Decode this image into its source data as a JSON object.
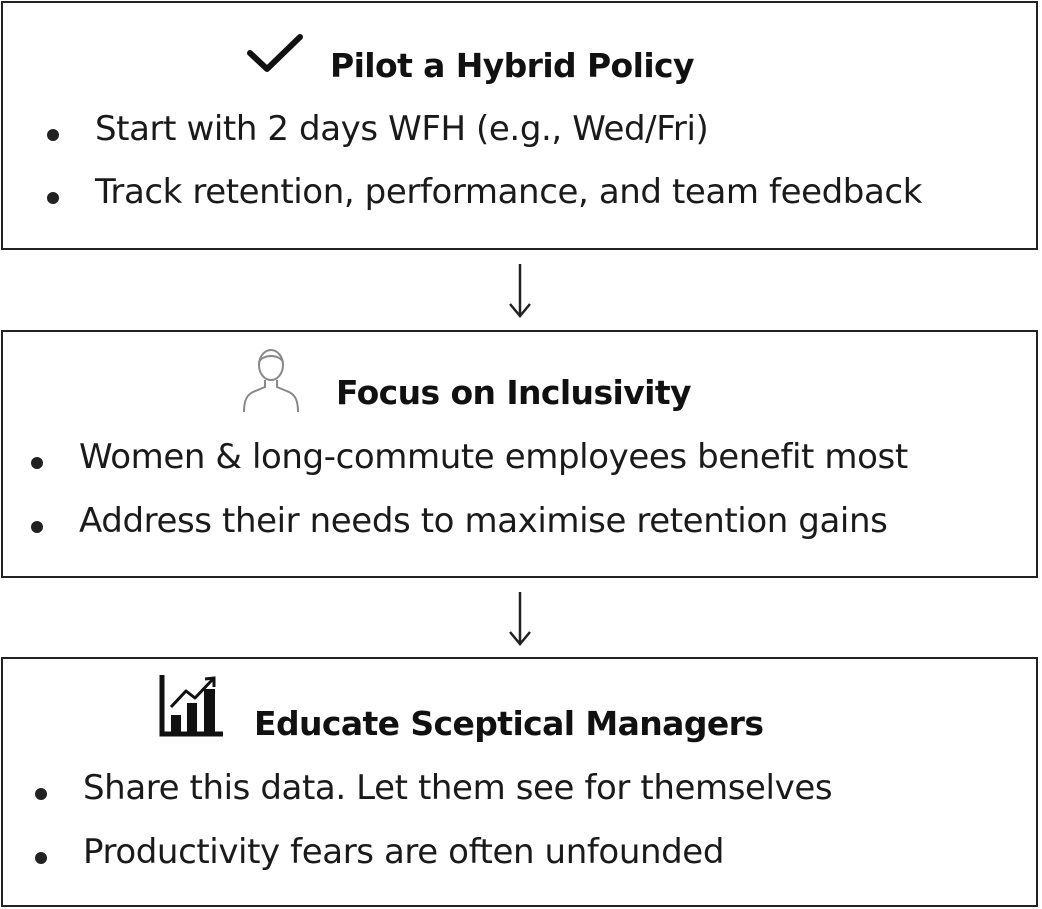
{
  "steps": [
    {
      "icon": "check-icon",
      "title": "Pilot a Hybrid Policy",
      "bullets": [
        "Start with 2 days WFH (e.g., Wed/Fri)",
        "Track retention, performance, and team feedback"
      ]
    },
    {
      "icon": "person-icon",
      "title": "Focus on Inclusivity",
      "bullets": [
        "Women & long-commute employees benefit most",
        "Address their needs to maximise retention gains"
      ]
    },
    {
      "icon": "bar-chart-icon",
      "title": "Educate Sceptical Managers",
      "bullets": [
        "Share this data. Let them see for themselves",
        "Productivity fears are often unfounded"
      ]
    }
  ],
  "connectors": [
    "down-arrow-icon",
    "down-arrow-icon"
  ]
}
